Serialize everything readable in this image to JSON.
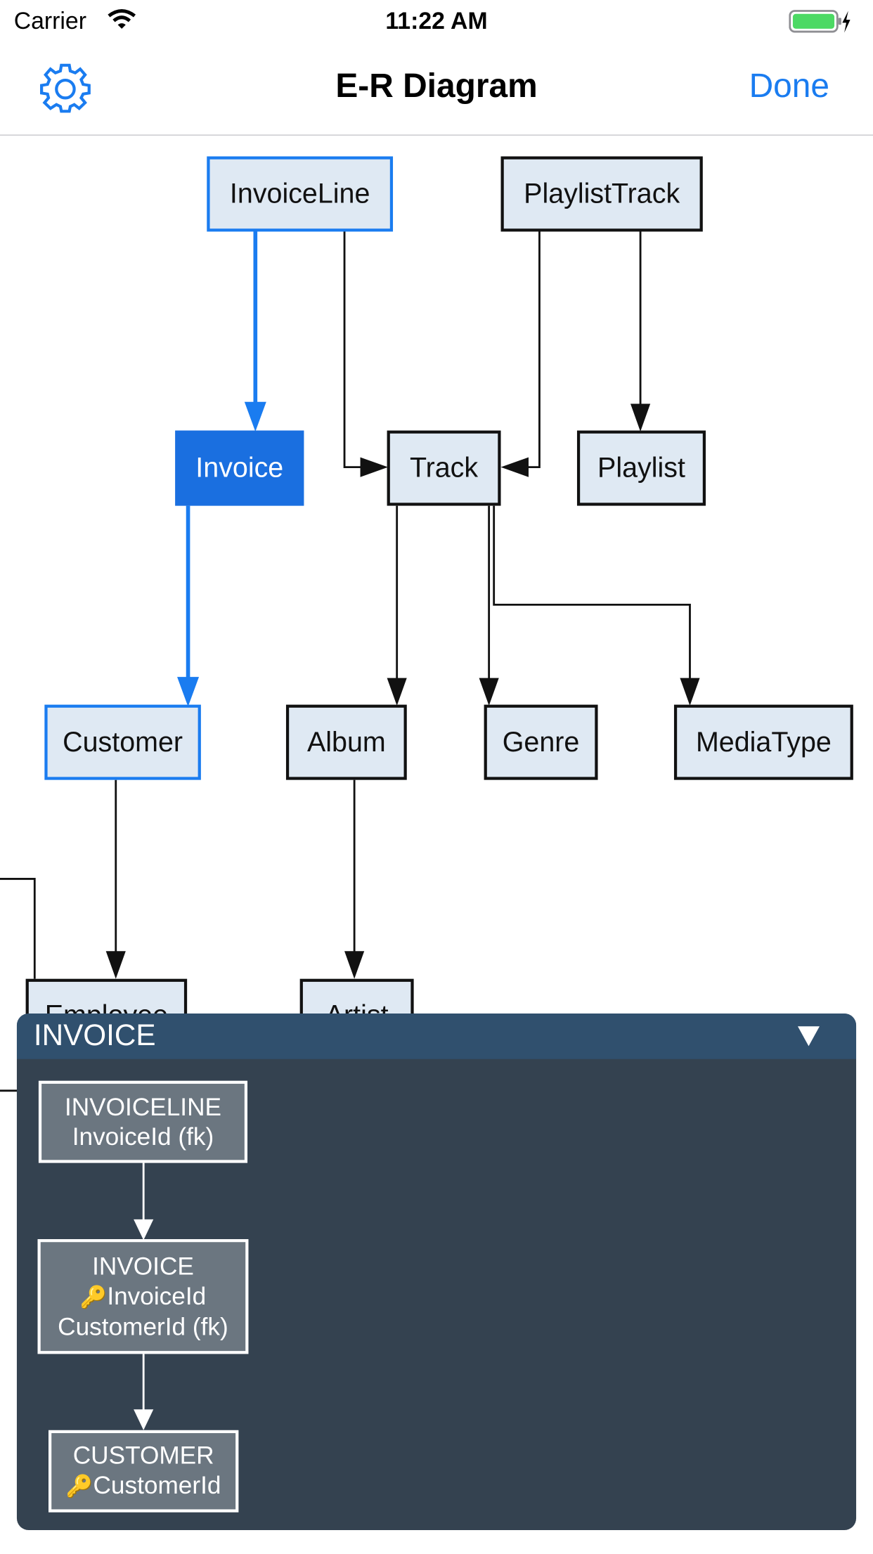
{
  "status_bar": {
    "carrier": "Carrier",
    "time": "11:22 AM"
  },
  "nav": {
    "title": "E-R Diagram",
    "done_label": "Done"
  },
  "diagram": {
    "nodes": {
      "invoiceline": "InvoiceLine",
      "playlisttrack": "PlaylistTrack",
      "invoice": "Invoice",
      "track": "Track",
      "playlist": "Playlist",
      "customer": "Customer",
      "album": "Album",
      "genre": "Genre",
      "mediatype": "MediaType",
      "employee": "Employee",
      "artist": "Artist"
    },
    "highlight_color": "#1a7cf0",
    "selected_node": "Invoice"
  },
  "panel": {
    "title": "INVOICE",
    "nodes": [
      {
        "name": "INVOICELINE",
        "lines": [
          "InvoiceId (fk)"
        ]
      },
      {
        "name": "INVOICE",
        "key": "InvoiceId",
        "lines": [
          "CustomerId (fk)"
        ]
      },
      {
        "name": "CUSTOMER",
        "key": "CustomerId",
        "lines": []
      }
    ]
  }
}
